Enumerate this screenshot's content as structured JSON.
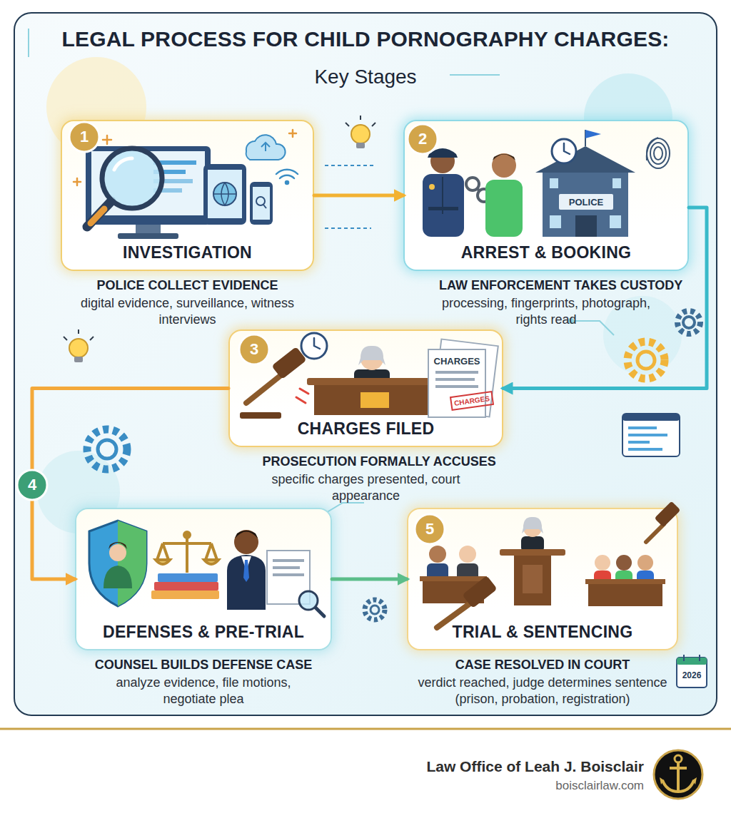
{
  "diagram": {
    "title": "LEGAL PROCESS FOR CHILD PORNOGRAPHY CHARGES:",
    "nodes": [
      {
        "text": [
          "INVESTIGATION",
          "POLICE COLLECT EVIDENCE",
          "digital evidence, surveillance, witness interviews"
        ]
      },
      {
        "text": [
          "ARREST & BOOKING",
          "LAW ENFORCEMENT TAKES CUSTODY",
          "processing, fingerprints, photograph, rights read"
        ]
      },
      {
        "text": [
          "CHARGES FILED",
          "PROSECUTION FORMALLY ACCUSES",
          "specific charges presented, court appearance"
        ]
      },
      {
        "text": [
          "DEFENSES & PRE-TRIAL",
          "COUNSEL BUILDS DEFENSE CASE",
          "analyze evidence, file motions, negotiate plea"
        ]
      },
      {
        "text": [
          "TRIAL & SENTENCING",
          "CASE RESOLVED IN COURT",
          "verdict reached, judge determines sentence (prison, probation, registration)"
        ]
      }
    ],
    "edges": [
      {
        "from": 0,
        "to": 1,
        "arrow": "to"
      },
      {
        "from": 1,
        "to": 2,
        "arrow": "to"
      },
      {
        "from": 2,
        "to": 3,
        "arrow": "to"
      },
      {
        "from": 3,
        "to": 4,
        "arrow": "to"
      }
    ],
    "labels": [
      "Key Stages",
      "1",
      "2",
      "3",
      "4",
      "5",
      "POLICE",
      "CHARGES",
      "CHARGES",
      "2026",
      "Law Office of Leah J. Boisclair",
      "boisclairlaw.com"
    ]
  }
}
